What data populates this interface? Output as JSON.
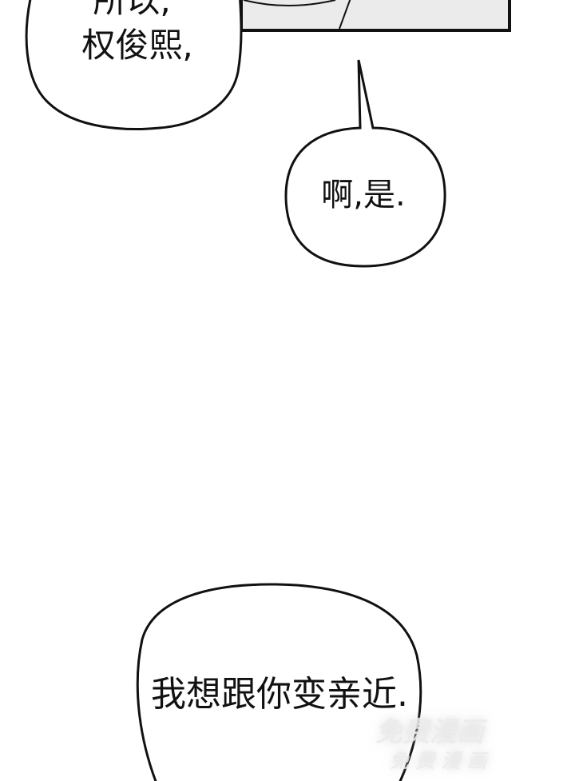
{
  "bubbles": [
    {
      "lines": [
        "所以,",
        "权俊熙,"
      ]
    },
    {
      "lines": [
        "啊,是."
      ]
    },
    {
      "lines": [
        "我想跟你变亲近."
      ]
    }
  ],
  "watermark": {
    "main": "免费漫画",
    "sub": "免 费 漫 画"
  },
  "colors": {
    "ink": "#111111",
    "panel_fill": "#ebebeb"
  }
}
